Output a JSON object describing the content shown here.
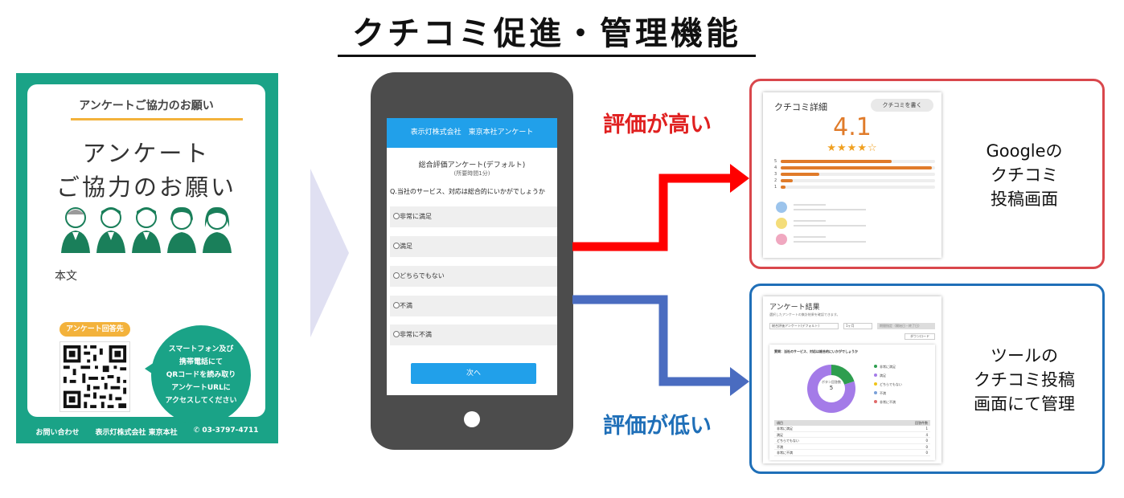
{
  "title": "クチコミ促進・管理機能",
  "poster": {
    "header": "アンケートご協力のお願い",
    "big_line1": "アンケート",
    "big_line2": "ご協力のお願い",
    "body_text": "本文",
    "answer_badge": "アンケート回答先",
    "speech_lines": [
      "スマートフォン及び",
      "携帯電話にて",
      "QRコードを読み取り",
      "アンケートURLに",
      "アクセスしてください"
    ],
    "footer_contact": "お問い合わせ",
    "footer_company": "表示灯株式会社 東京本社",
    "footer_phone": "03-3797-4711",
    "colors": {
      "green": "#1aa387",
      "yellow": "#f3b23b"
    }
  },
  "phone": {
    "header": "表示灯株式会社　東京本社アンケート",
    "survey_title": "総合評価アンケート(デフォルト)",
    "survey_sub": "(所要時間1分)",
    "question": "Q.当社のサービス、対応は総合的にいかがでしょうか",
    "options": [
      "非常に満足",
      "満足",
      "どちらでもない",
      "不満",
      "非常に不満"
    ],
    "next_label": "次へ"
  },
  "labels": {
    "high": "評価が高い",
    "low": "評価が低い",
    "high_color": "#e02020",
    "low_color": "#1f6fb8"
  },
  "google_panel": {
    "title": "クチコミ詳細",
    "write_button": "クチコミを書く",
    "score": "4.1",
    "stars": "★★★★☆",
    "bar_labels": [
      "5",
      "4",
      "3",
      "2",
      "1"
    ],
    "bar_fractions": [
      0.72,
      0.98,
      0.25,
      0.08,
      0.03
    ],
    "caption_lines": [
      "Googleの",
      "クチコミ",
      "投稿画面"
    ]
  },
  "results_panel": {
    "title": "アンケート結果",
    "subtitle": "選択したアンケートの集計結果を確認できます。",
    "select1": "総合評価アンケート(デフォルト)",
    "select2": "1ヶ月",
    "filter_btn": "期間指定（開始日・終了日）",
    "download": "ダウンロード",
    "question": "質問：当社のサービス、対応は総合的にいかがでしょうか",
    "donut_label": "ボタン回答数",
    "donut_total": "5",
    "legend": [
      "非常に満足",
      "満足",
      "どちらでもない",
      "不満",
      "非常に不満"
    ],
    "legend_colors": [
      "#2e9e4f",
      "#a47be8",
      "#f0c419",
      "#7aa0d8",
      "#e06a6a"
    ],
    "donut_fractions": [
      0.2,
      0.8,
      0,
      0,
      0
    ],
    "table_head": [
      "項目",
      "回答件数"
    ],
    "table_rows": [
      [
        "非常に満足",
        "1"
      ],
      [
        "満足",
        "4"
      ],
      [
        "どちらでもない",
        "0"
      ],
      [
        "不満",
        "0"
      ],
      [
        "非常に不満",
        "0"
      ]
    ],
    "caption_lines": [
      "ツールの",
      "クチコミ投稿",
      "画面にて管理"
    ]
  }
}
